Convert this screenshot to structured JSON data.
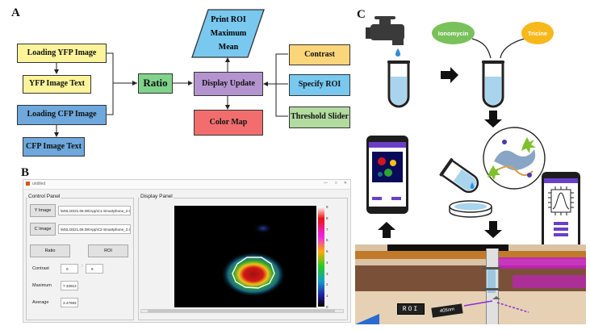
{
  "panel_a": {
    "label": "A",
    "loading_yfp": "Loading YFP Image",
    "yfp_text": "YFP Image Text",
    "loading_cfp": "Loading CFP Image",
    "cfp_text": "CFP Image Text",
    "ratio": "Ratio",
    "print_roi_1": "Print ROI",
    "print_roi_2": "Maximum",
    "print_roi_3": "Mean",
    "display_update": "Display Update",
    "color_map": "Color Map",
    "contrast": "Contrast",
    "specify_roi": "Specify ROI",
    "threshold_slider": "Threshold Slider"
  },
  "panel_b": {
    "label": "B",
    "window_title": "untitled",
    "control_panel": "Control Panel",
    "display_panel": "Display Panel",
    "y_image_button": "Y Image",
    "y_image_path": "\\MSL\\2021.06.08\\App\\C1-Smartphone_2.tif",
    "c_image_button": "C Image",
    "c_image_path": "\\MSL\\2021.06.08\\App\\C2-Smartphone_2.tif",
    "ratio_button": "Ratio",
    "roi_button": "ROI",
    "contrast_label": "Contrast",
    "contrast_min": "0",
    "contrast_max": "9",
    "maximum_label": "Maximum",
    "maximum_value": "7.33913",
    "average_label": "Average",
    "average_value": "3.47693",
    "colorbar_ticks": [
      "9",
      "8",
      "7",
      "6",
      "5",
      "4",
      "3",
      "2",
      "1",
      "0"
    ]
  },
  "panel_c": {
    "label": "C",
    "ionomycin": "Ionomycin",
    "tricine": "Tricine",
    "roi_display": "ROI",
    "wavelength": "405nm"
  },
  "colors": {
    "yellow": "#fbf49a",
    "blue": "#6ea8dc",
    "green": "#7fd38a",
    "purple": "#b394cf",
    "red": "#f26e6e",
    "orange": "#fbd57a",
    "light_blue": "#78c8ef",
    "light_green": "#b2dba0",
    "ionomycin_pill": "#79c15a",
    "tricine_pill": "#f7b81b",
    "magenta": "#c21fc0"
  }
}
